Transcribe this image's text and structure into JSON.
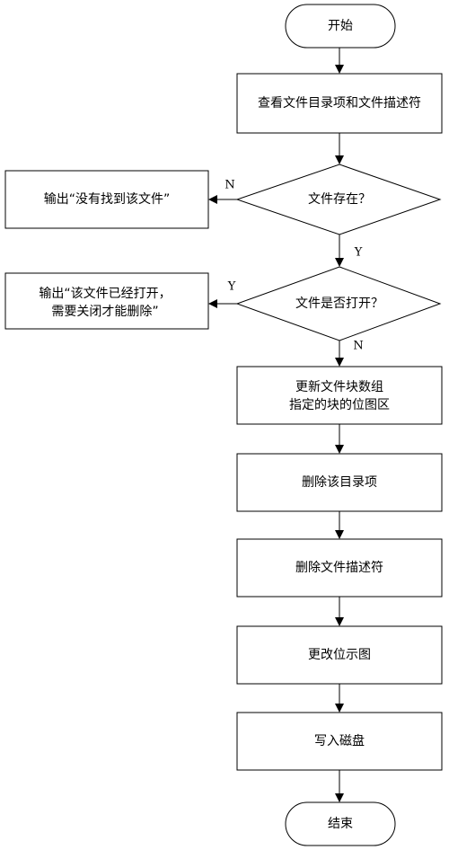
{
  "nodes": {
    "start": "开始",
    "check": "查看文件目录项和文件描述符",
    "exists": "文件存在？",
    "not_found": "输出“没有找到该文件”",
    "is_open": "文件是否打开？",
    "opened_msg": [
      "输出“该文件已经打开，",
      "需要关闭才能删除”"
    ],
    "update": [
      "更新文件块数组",
      "指定的块的位图区"
    ],
    "delete_dir": "删除该目录项",
    "delete_desc": "删除文件描述符",
    "change_bitmap": "更改位示图",
    "write_disk": "写入磁盘",
    "end": "结束"
  },
  "labels": {
    "n1": "N",
    "y1": "Y",
    "y2": "Y",
    "n2": "N"
  }
}
